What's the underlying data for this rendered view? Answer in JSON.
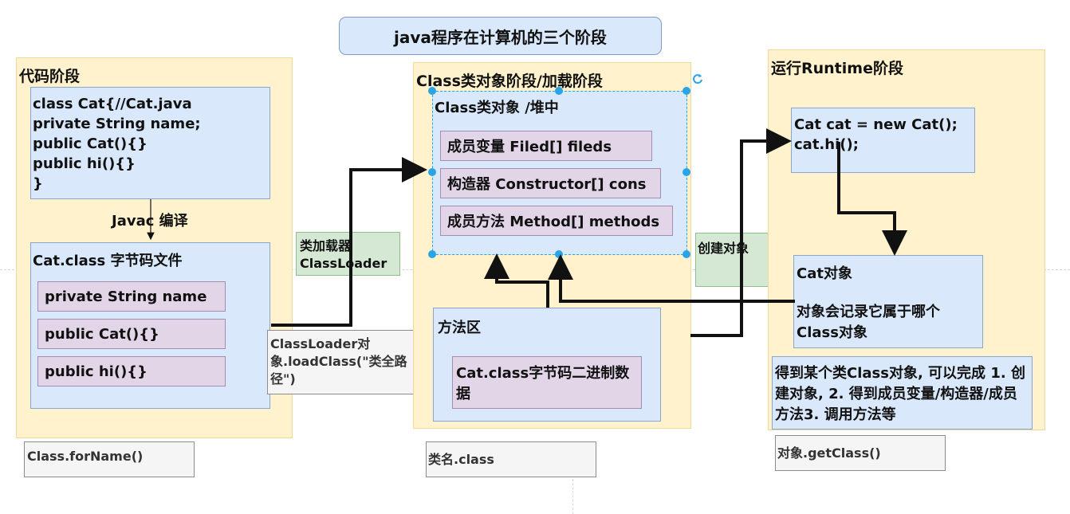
{
  "title": "java程序在计算机的三个阶段",
  "stage_code": {
    "title": "代码阶段",
    "source_lines": [
      "class Cat{//Cat.java",
      "private String name;",
      "public Cat(){}",
      "public hi(){}",
      "}"
    ],
    "compile_label": "Javac 编译",
    "class_file_title": "Cat.class 字节码文件",
    "members": [
      "private String name",
      "public Cat(){}",
      "public hi(){}"
    ],
    "get_class_hint": "Class.forName()"
  },
  "stage_class": {
    "title": "Class类对象阶段/加载阶段",
    "heap_title": "Class类对象 /堆中",
    "members": [
      "成员变量  Filed[] fileds",
      "构造器 Constructor[] cons",
      "成员方法 Method[] methods"
    ],
    "method_area_title": "方法区",
    "method_area_content": "Cat.class字节码二进制数据",
    "get_class_hint": "类名.class"
  },
  "stage_runtime": {
    "title": "运行Runtime阶段",
    "code_lines": [
      "Cat cat = new Cat();",
      "cat.hi();"
    ],
    "object_title": "Cat对象",
    "object_desc": "对象会记录它属于哪个Class对象",
    "note": "得到某个类Class对象, 可以完成 1. 创建对象, 2. 得到成员变量/构造器/成员方法3. 调用方法等",
    "get_class_hint": "对象.getClass()"
  },
  "classloader_label": "类加载器 ClassLoader",
  "loadclass_label": "ClassLoader对象.loadClass(\"类全路径\")",
  "create_object_label": "创建对象",
  "colors": {
    "stage_fill": "#fff2cc",
    "blue_fill": "#dae8fc",
    "purple_fill": "#e1d5e7",
    "green_fill": "#d5e8d4",
    "gray_fill": "#f5f5f5",
    "arrow": "#111111",
    "selection": "#29a4e6"
  }
}
